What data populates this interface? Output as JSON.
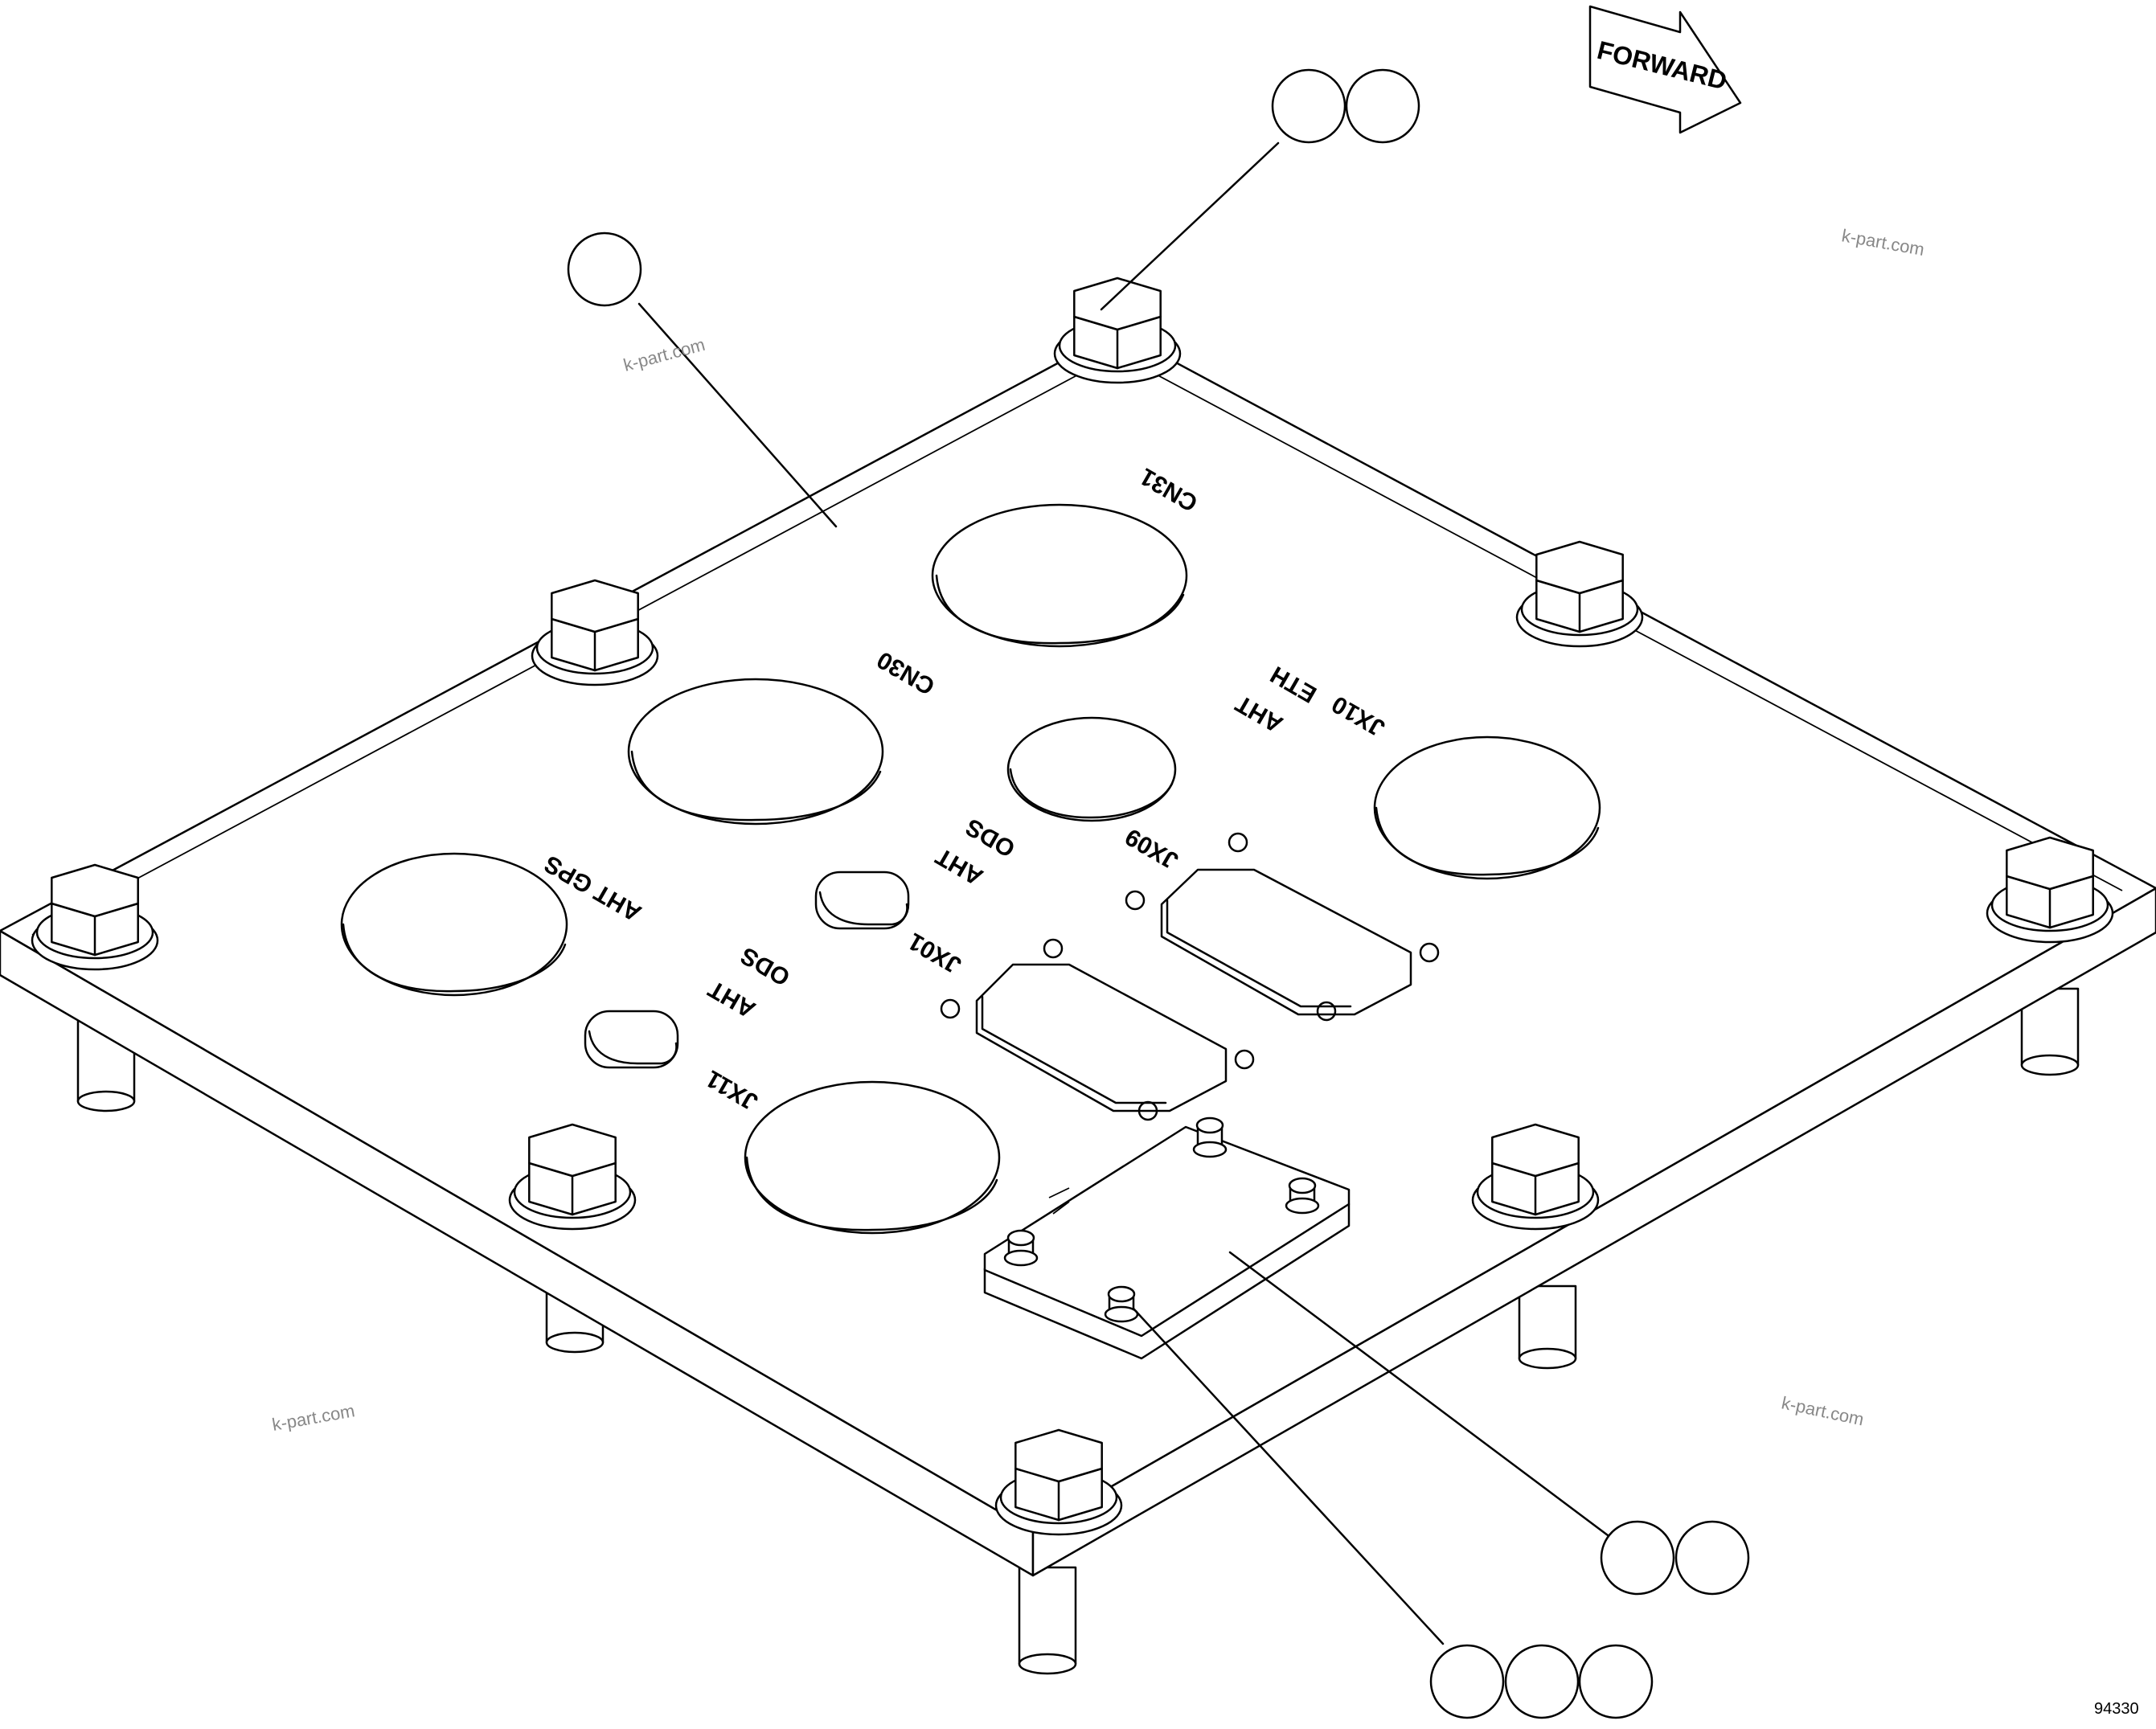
{
  "forward_arrow": {
    "label": "FORWARD"
  },
  "panel_labels": {
    "cn31": "CN31",
    "cn30": "CN30",
    "jx10": "JX10",
    "aht_eth": [
      "AHT",
      "ETH"
    ],
    "aht_ods_upper": [
      "AHT",
      "ODS"
    ],
    "jx09": "JX09",
    "aht_gps": "AHT GPS",
    "aht_ods_lower": [
      "AHT",
      "ODS"
    ],
    "jx01": "JX01",
    "jx11": "JX11"
  },
  "watermarks": [
    "k-part.com",
    "k-part.com",
    "k-part.com",
    "k-part.com"
  ],
  "figure_number": "94330",
  "colors": {
    "line": "#000000",
    "fill": "#ffffff",
    "watermark": "#888888"
  }
}
